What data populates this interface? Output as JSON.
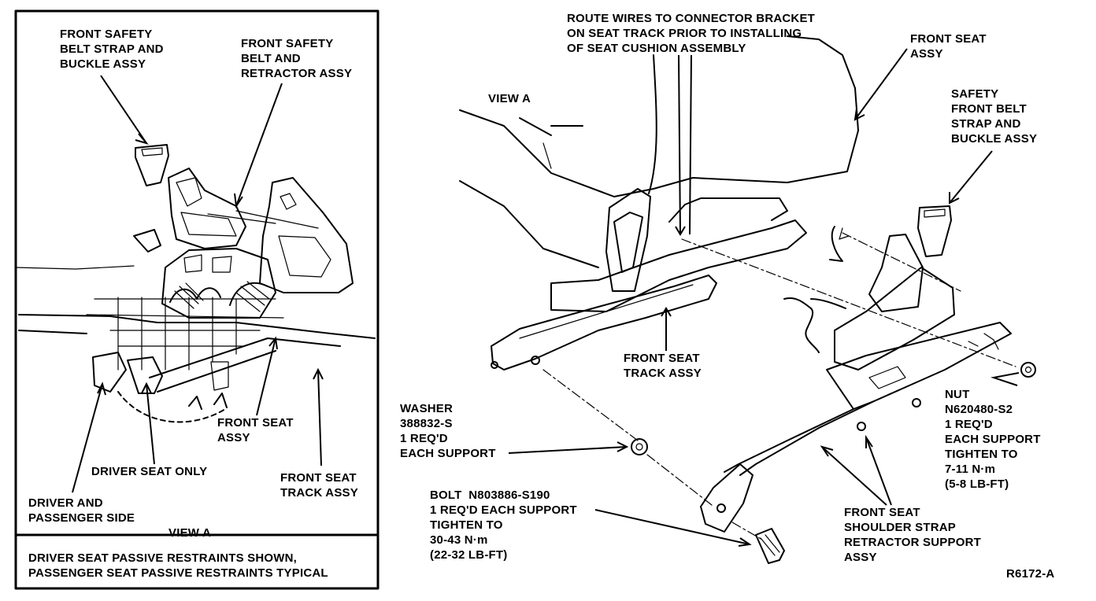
{
  "left_panel": {
    "belt_buckle": "FRONT SAFETY\nBELT STRAP AND\nBUCKLE ASSY",
    "belt_retractor": "FRONT SAFETY\nBELT AND\nRETRACTOR ASSY",
    "front_seat": "FRONT SEAT\nASSY",
    "driver_seat_only": "DRIVER SEAT ONLY",
    "front_seat_track": "FRONT SEAT\nTRACK ASSY",
    "driver_passenger_side": "DRIVER AND\nPASSENGER SIDE",
    "view_a": "VIEW A",
    "caption": "DRIVER SEAT PASSIVE RESTRAINTS SHOWN,\nPASSENGER SEAT PASSIVE RESTRAINTS TYPICAL"
  },
  "right_panel": {
    "route_wires": "ROUTE WIRES TO CONNECTOR BRACKET\nON SEAT TRACK PRIOR TO INSTALLING\nOF SEAT CUSHION ASSEMBLY",
    "front_seat_assy": "FRONT SEAT\nASSY",
    "view_a": "VIEW A",
    "safety_belt": "SAFETY\nFRONT BELT\nSTRAP AND\nBUCKLE ASSY",
    "front_seat_track": "FRONT SEAT\nTRACK ASSY",
    "washer": "WASHER\n388832-S\n1 REQ'D\nEACH SUPPORT",
    "nut": "NUT\nN620480-S2\n1 REQ'D\nEACH SUPPORT\nTIGHTEN TO\n7-11 N·m\n(5-8 LB-FT)",
    "bolt": "BOLT  N803886-S190\n1 REQ'D EACH SUPPORT\nTIGHTEN TO\n30-43 N·m\n(22-32 LB-FT)",
    "retractor_support": "FRONT SEAT\nSHOULDER STRAP\nRETRACTOR SUPPORT\nASSY",
    "figure_id": "R6172-A"
  }
}
